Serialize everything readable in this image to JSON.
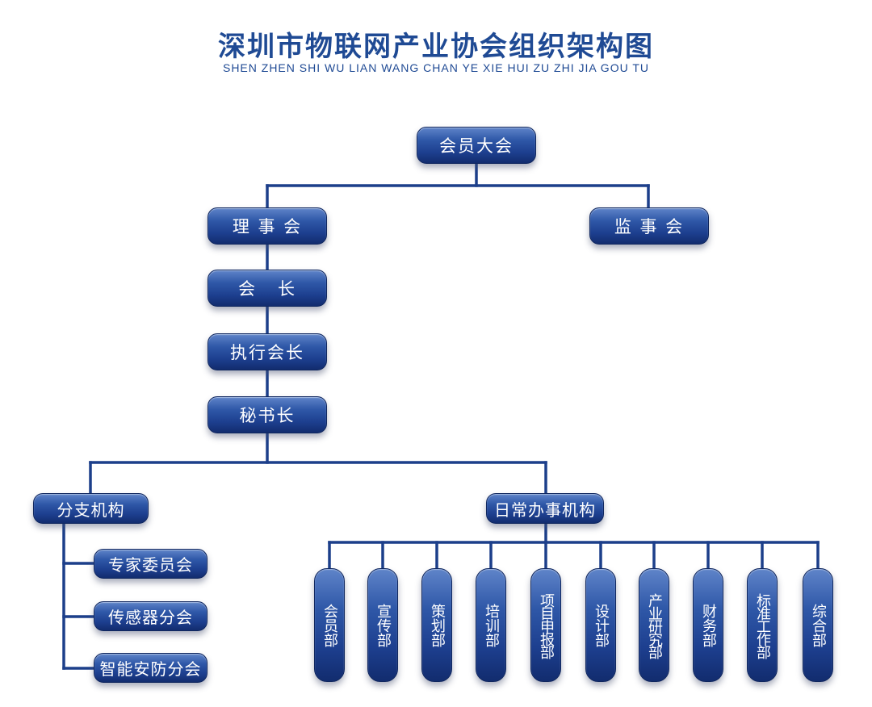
{
  "title": "深圳市物联网产业协会组织架构图",
  "subtitle": "SHEN ZHEN SHI WU LIAN WANG CHAN YE XIE HUI ZU ZHI JIA GOU TU",
  "nodes": {
    "general_assembly": "会员大会",
    "council": "理 事 会",
    "supervisory_board": "监 事 会",
    "president": "会   长",
    "executive_president": "执行会长",
    "secretary_general": "秘书长",
    "branches": "分支机构",
    "daily_office": "日常办事机构",
    "expert_committee": "专家委员会",
    "sensor_branch": "传感器分会",
    "smart_security_branch": "智能安防分会"
  },
  "departments": [
    "会员部",
    "宣传部",
    "策划部",
    "培训部",
    "项目申报部",
    "设计部",
    "产业研究部",
    "财务部",
    "标准工作部",
    "综合部"
  ],
  "colors": {
    "title": "#1f4a94",
    "connector": "#1c3f8a",
    "box_top": "#5f84c9",
    "box_bottom": "#122c6e",
    "box_text": "#ffffff"
  }
}
